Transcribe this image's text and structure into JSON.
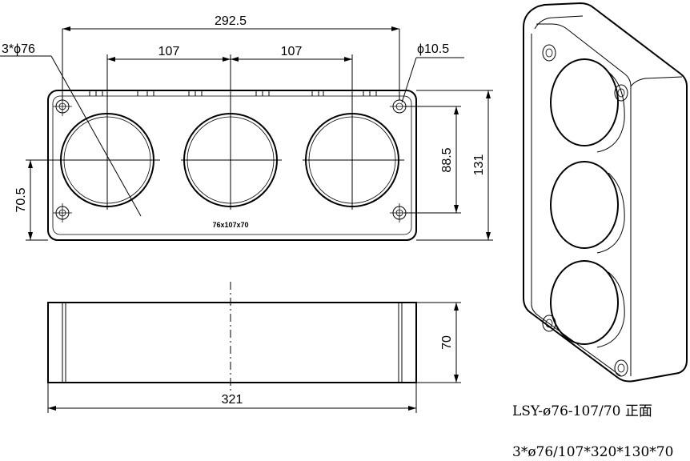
{
  "dimensions": {
    "overall_hole_span": "292.5",
    "hole_pitch_left": "107",
    "hole_pitch_right": "107",
    "hole_diameter": "3*ϕ76",
    "screw_hole": "ϕ10.5",
    "screw_vertical": "88.5",
    "height_total": "131",
    "center_height": "70.5",
    "depth": "70",
    "length": "321"
  },
  "front_label": "76x107x70",
  "caption": {
    "model": "LSY-ø76-107/70 正面",
    "spec": "3*ø76/107*320*130*70"
  }
}
